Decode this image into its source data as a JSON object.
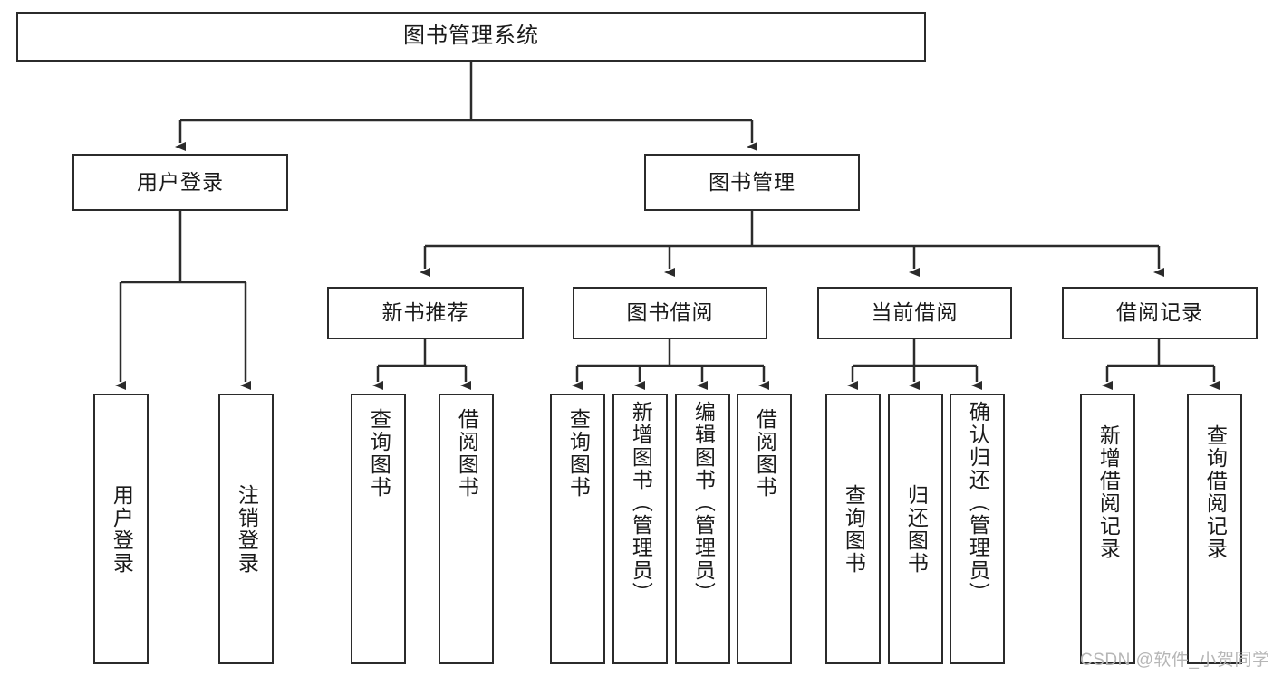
{
  "diagram": {
    "title": "图书管理系统",
    "root": {
      "label": "图书管理系统"
    },
    "level2": [
      {
        "label": "用户登录"
      },
      {
        "label": "图书管理"
      }
    ],
    "level3": [
      {
        "label": "新书推荐"
      },
      {
        "label": "图书借阅"
      },
      {
        "label": "当前借阅"
      },
      {
        "label": "借阅记录"
      }
    ],
    "leaves": {
      "user_login": [
        {
          "label": "用户登录"
        },
        {
          "label": "注销登录"
        }
      ],
      "new_book_recommend": [
        {
          "label": "查询图书"
        },
        {
          "label": "借阅图书"
        }
      ],
      "book_borrow": [
        {
          "label": "查询图书"
        },
        {
          "label": "新增图书（管理员）"
        },
        {
          "label": "编辑图书（管理员）"
        },
        {
          "label": "借阅图书"
        }
      ],
      "current_borrow": [
        {
          "label": "查询图书"
        },
        {
          "label": "归还图书"
        },
        {
          "label": "确认归还（管理员）"
        }
      ],
      "borrow_record": [
        {
          "label": "新增借阅记录"
        },
        {
          "label": "查询借阅记录"
        }
      ]
    }
  },
  "watermark": {
    "text": "CSDN @软件_小贺同学"
  },
  "colors": {
    "stroke": "#2b2b2b",
    "background": "#ffffff",
    "text": "#1a1a1a",
    "watermark": "#b6b6b6"
  }
}
